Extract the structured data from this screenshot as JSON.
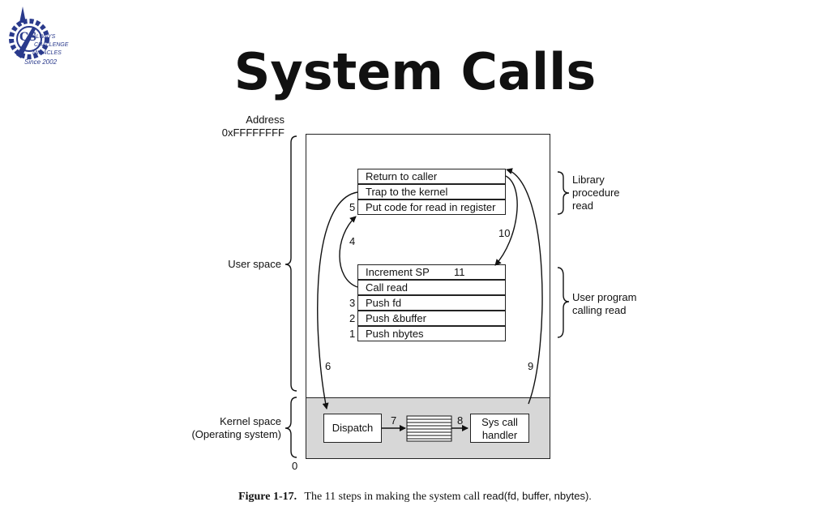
{
  "logo": {
    "text_lines": [
      "ALWAYS",
      "CHALLENGE",
      "MIRACLES"
    ],
    "since": "Since 2002",
    "monogram": "CS"
  },
  "title": "System Calls",
  "labels": {
    "address_line1": "Address",
    "address_line2": "0xFFFFFFFF",
    "user_space": "User space",
    "kernel_space_line1": "Kernel space",
    "kernel_space_line2": "(Operating system)",
    "zero": "0",
    "library_line1": "Library",
    "library_line2": "procedure",
    "library_line3": "read",
    "user_program_line1": "User program",
    "user_program_line2": "calling read"
  },
  "library_rows": [
    "Return to caller",
    "Trap to the kernel",
    "Put code for read in register"
  ],
  "program_rows": [
    "Increment SP",
    "Call read",
    "Push fd",
    "Push &buffer",
    "Push nbytes"
  ],
  "kernel": {
    "dispatch": "Dispatch",
    "handler_line1": "Sys call",
    "handler_line2": "handler"
  },
  "steps": {
    "s1": "1",
    "s2": "2",
    "s3": "3",
    "s4": "4",
    "s5": "5",
    "s6": "6",
    "s7": "7",
    "s8": "8",
    "s9": "9",
    "s10": "10",
    "s11": "11"
  },
  "caption": {
    "figure": "Figure 1-17.",
    "text": "The 11 steps in making the system call",
    "call": "read(fd, buffer, nbytes)."
  }
}
